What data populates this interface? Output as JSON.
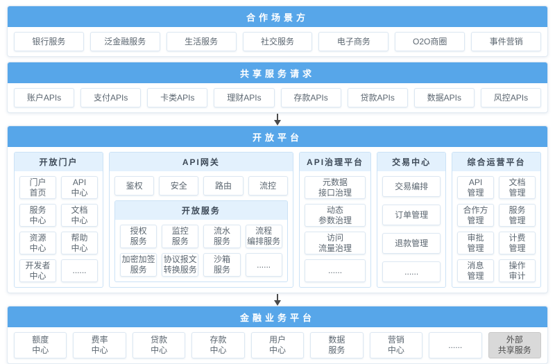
{
  "colors": {
    "header_blue": "#57a6e9",
    "panel_header_blue": "#e3f1fd",
    "box_border": "#dce7f2",
    "external_gray": "#d9d9d9"
  },
  "sections": {
    "partners": {
      "title": "合作场景方",
      "items": [
        "银行服务",
        "泛金融服务",
        "生活服务",
        "社交服务",
        "电子商务",
        "O2O商圈",
        "事件营销"
      ]
    },
    "shared": {
      "title": "共享服务请求",
      "items": [
        "账户APIs",
        "支付APIs",
        "卡类APIs",
        "理财APIs",
        "存款APIs",
        "贷款APIs",
        "数据APIs",
        "风控APIs"
      ]
    },
    "platform": {
      "title": "开放平台",
      "portal": {
        "title": "开放门户",
        "items": [
          "门户\n首页",
          "API\n中心",
          "服务\n中心",
          "文档\n中心",
          "资源\n中心",
          "帮助\n中心",
          "开发者\n中心",
          "......"
        ]
      },
      "gateway": {
        "title": "API网关",
        "items": [
          "鉴权",
          "安全",
          "路由",
          "流控"
        ],
        "services": {
          "title": "开放服务",
          "items": [
            "授权\n服务",
            "监控\n服务",
            "流水\n服务",
            "流程\n编排服务",
            "加密加签\n服务",
            "协议报文\n转换服务",
            "沙箱\n服务",
            "......"
          ]
        }
      },
      "governance": {
        "title": "API治理平台",
        "items": [
          "元数据\n接口治理",
          "动态\n参数治理",
          "访问\n流量治理",
          "......"
        ]
      },
      "trade": {
        "title": "交易中心",
        "items": [
          "交易编排",
          "订单管理",
          "退款管理",
          "......"
        ]
      },
      "operations": {
        "title": "综合运营平台",
        "items": [
          "API\n管理",
          "文档\n管理",
          "合作方\n管理",
          "服务\n管理",
          "审批\n管理",
          "计费\n管理",
          "消息\n管理",
          "操作\n审计"
        ]
      }
    },
    "financial": {
      "title": "金融业务平台",
      "items": [
        "额度\n中心",
        "费率\n中心",
        "贷款\n中心",
        "存款\n中心",
        "用户\n中心",
        "数据\n服务",
        "营销\n中心",
        "......"
      ],
      "external": "外部\n共享服务"
    }
  }
}
